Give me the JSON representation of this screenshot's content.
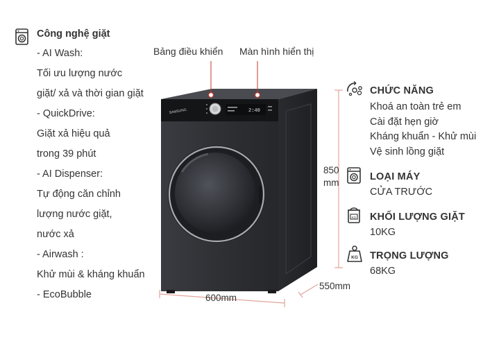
{
  "features": {
    "title": "Công nghệ giặt",
    "icon": "washer-icon",
    "lines": [
      "- AI Wash:",
      "Tối ưu lượng nước",
      "giặt/ xả và thời gian giặt",
      "- QuickDrive:",
      "Giặt xả hiệu quả",
      "trong 39 phút",
      "- AI Dispenser:",
      "Tự động căn chỉnh",
      "lượng nước giặt,",
      "nước xả",
      "- Airwash :",
      "Khử mùi & kháng khuẩn",
      "-  EcoBubble"
    ]
  },
  "callouts": {
    "control_panel": "Bảng điều khiển",
    "display": "Màn hình hiển thị"
  },
  "machine": {
    "brand": "SAMSUNG",
    "body_color": "#2e2f33",
    "accent_color": "#c0392b"
  },
  "dimensions": {
    "height_value": "850",
    "height_unit": "mm",
    "width": "600mm",
    "depth": "550mm"
  },
  "specs": {
    "functions": {
      "title": "CHỨC NĂNG",
      "icon": "wash-functions-icon",
      "items": [
        "Khoá an toàn trẻ em",
        "Cài đặt hẹn giờ",
        "Kháng khuẩn - Khử mùi",
        "Vệ sinh lồng giặt"
      ]
    },
    "type": {
      "title": "LOẠI MÁY",
      "icon": "front-load-washer-icon",
      "value": "CỬA TRƯỚC"
    },
    "capacity": {
      "title": "KHỐI LƯỢNG GIẶT",
      "icon": "laundry-basket-icon",
      "value": "10KG"
    },
    "weight": {
      "title": "TRỌNG LƯỢNG",
      "icon": "weight-icon",
      "weight_badge": "KG",
      "value": "68KG"
    }
  }
}
